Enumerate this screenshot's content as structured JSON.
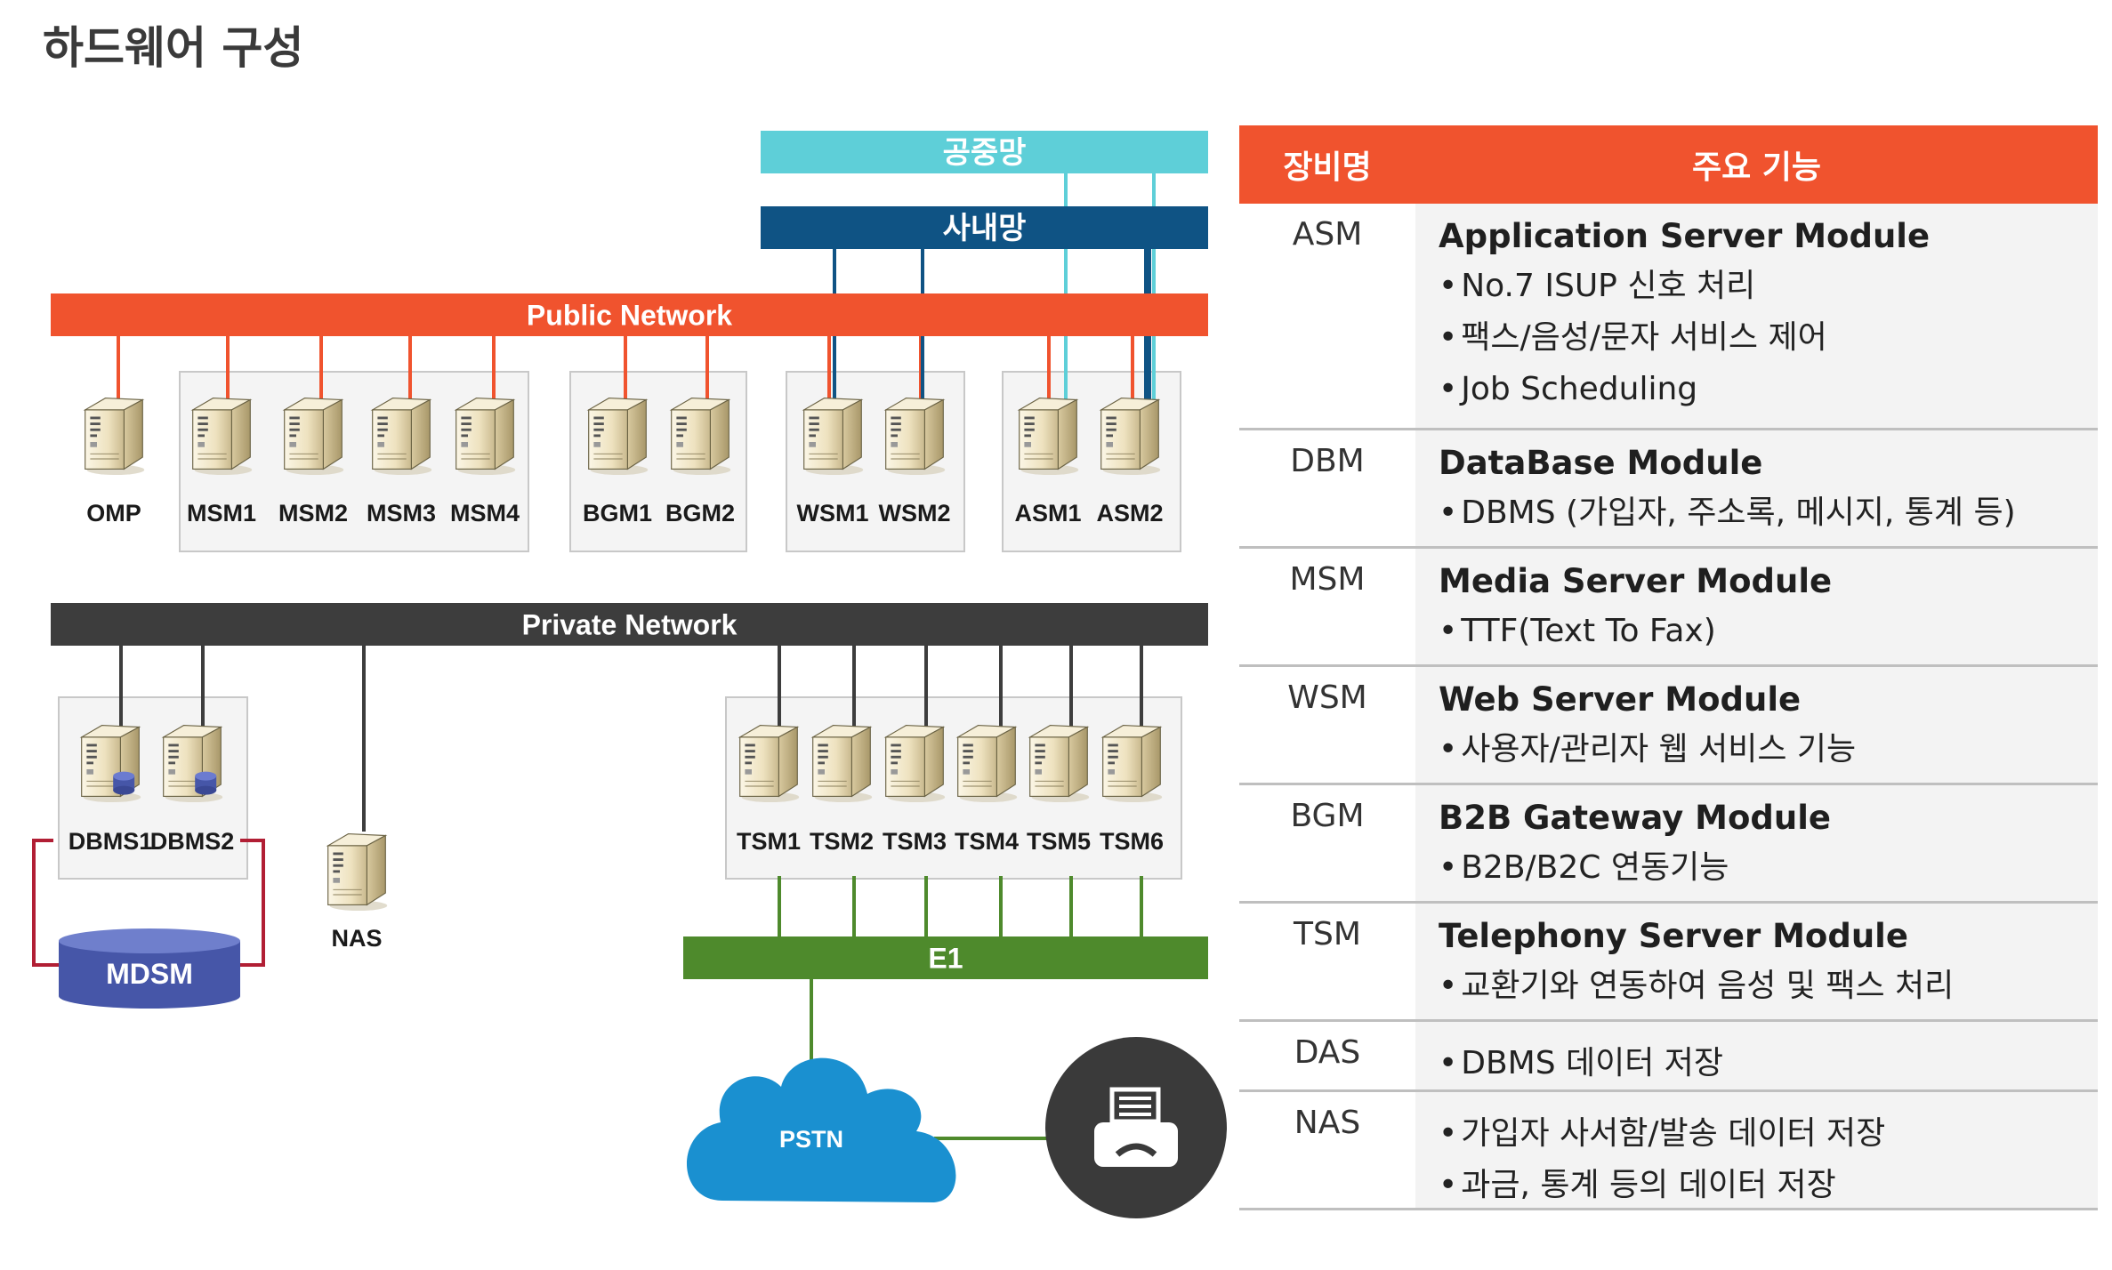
{
  "title": "하드웨어 구성",
  "networks": {
    "public_internet": "공중망",
    "intranet": "사내망",
    "public": "Public Network",
    "private": "Private Network",
    "e1": "E1",
    "pstn": "PSTN",
    "mdsm": "MDSM"
  },
  "servers": {
    "omp": "OMP",
    "msm": [
      "MSM1",
      "MSM2",
      "MSM3",
      "MSM4"
    ],
    "bgm": [
      "BGM1",
      "BGM2"
    ],
    "wsm": [
      "WSM1",
      "WSM2"
    ],
    "asm": [
      "ASM1",
      "ASM2"
    ],
    "dbms": [
      "DBMS1",
      "DBMS2"
    ],
    "nas": "NAS",
    "tsm": [
      "TSM1",
      "TSM2",
      "TSM3",
      "TSM4",
      "TSM5",
      "TSM6"
    ]
  },
  "table": {
    "headers": [
      "장비명",
      "주요 기능"
    ],
    "rows": [
      {
        "name": "ASM",
        "title": "Application Server Module",
        "bullets": [
          "No.7 ISUP 신호 처리",
          "팩스/음성/문자 서비스 제어",
          "Job Scheduling"
        ]
      },
      {
        "name": "DBM",
        "title": "DataBase Module",
        "bullets": [
          "DBMS (가입자, 주소록, 메시지, 통계 등)"
        ]
      },
      {
        "name": "MSM",
        "title": "Media Server Module",
        "bullets": [
          "TTF(Text To Fax)"
        ]
      },
      {
        "name": "WSM",
        "title": "Web Server Module",
        "bullets": [
          "사용자/관리자 웹 서비스 기능"
        ]
      },
      {
        "name": "BGM",
        "title": "B2B Gateway Module",
        "bullets": [
          "B2B/B2C 연동기능"
        ]
      },
      {
        "name": "TSM",
        "title": "Telephony Server Module",
        "bullets": [
          "교환기와 연동하여 음성 및 팩스 처리"
        ]
      },
      {
        "name": "DAS",
        "title": "",
        "bullets": [
          "DBMS 데이터 저장"
        ]
      },
      {
        "name": "NAS",
        "title": "",
        "bullets": [
          "가입자 사서함/발송 데이터 저장",
          "과금, 통계 등의 데이터 저장"
        ]
      }
    ]
  },
  "colors": {
    "public_network": "#f0532e",
    "private_network": "#3d3d3d",
    "intranet": "#0f5384",
    "public_internet": "#5ecfd8",
    "e1": "#4e8a2c",
    "pstn": "#1a90d0",
    "mdsm": "#4656a8",
    "fax_circle": "#3a3a3a"
  },
  "icons": [
    "server-icon",
    "database-icon",
    "cloud-icon",
    "fax-icon"
  ]
}
